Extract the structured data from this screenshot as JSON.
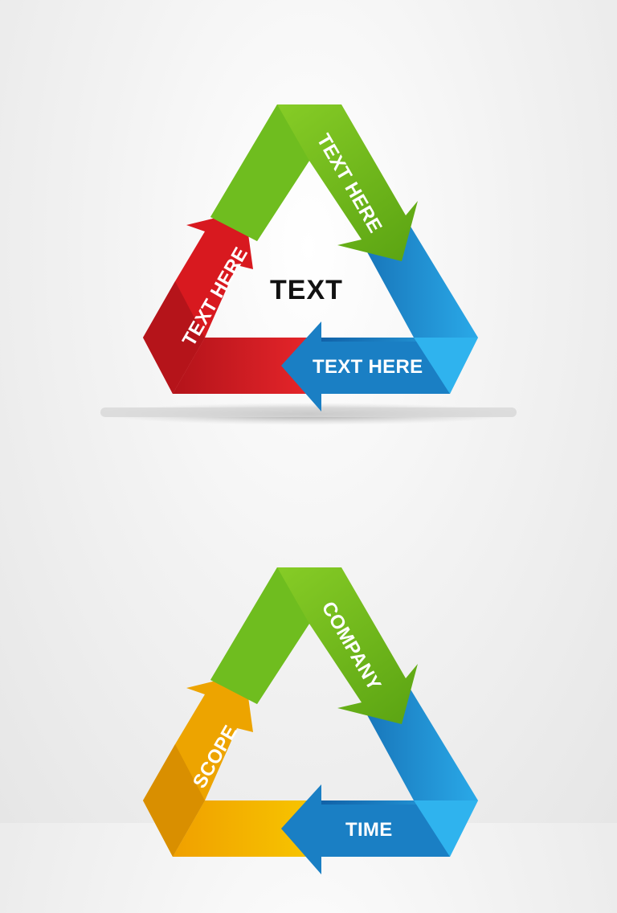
{
  "diagrams": [
    {
      "center_text": "TEXT",
      "labels": {
        "green": "TEXT HERE",
        "blue": "TEXT HERE",
        "left": "TEXT HERE"
      },
      "colors": {
        "green": "#7cc41f",
        "blue": "#1a8fd0",
        "left": "#d8191f"
      }
    },
    {
      "center_text": "",
      "labels": {
        "green": "COMPANY",
        "blue": "TIME",
        "left": "SCOPE"
      },
      "colors": {
        "green": "#7cc41f",
        "blue": "#1a8fd0",
        "left": "#f0a800"
      }
    }
  ]
}
